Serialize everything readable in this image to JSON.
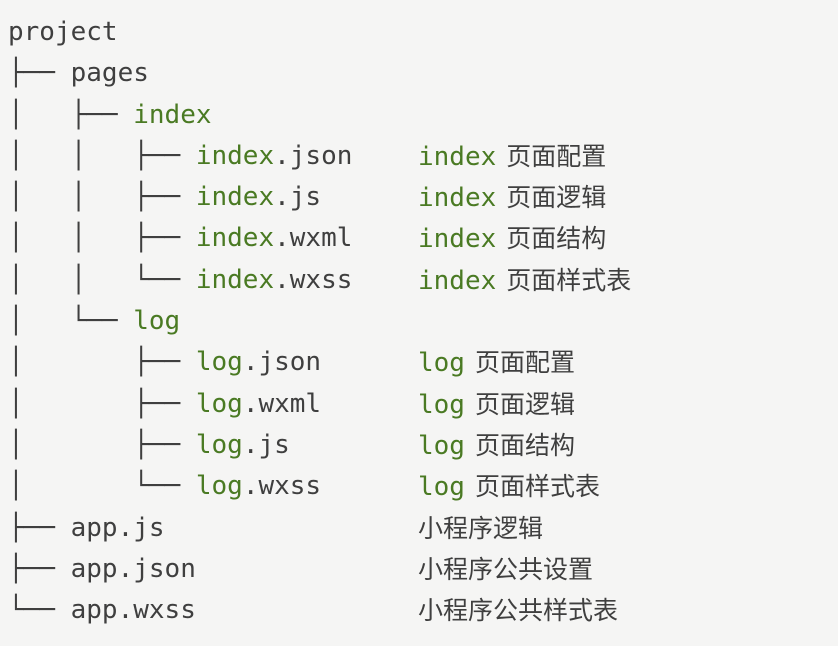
{
  "palette": {
    "background": "#f5f5f4",
    "text": "#3f3f3f",
    "accent_green": "#4a7a23"
  },
  "tree": {
    "root_label": "project",
    "rows": [
      {
        "id": "root",
        "prefix": "",
        "base": "project",
        "ext": "",
        "green": false,
        "desc_tag": "",
        "desc_cn": ""
      },
      {
        "id": "pages-dir",
        "prefix": "├── ",
        "base": "pages",
        "ext": "",
        "green": false,
        "desc_tag": "",
        "desc_cn": ""
      },
      {
        "id": "index-dir",
        "prefix": "│   ├── ",
        "base": "index",
        "ext": "",
        "green": true,
        "desc_tag": "",
        "desc_cn": ""
      },
      {
        "id": "index-json",
        "prefix": "│   │   ├── ",
        "base": "index",
        "ext": ".json",
        "green": true,
        "desc_tag": "index",
        "desc_cn": "页面配置"
      },
      {
        "id": "index-js",
        "prefix": "│   │   ├── ",
        "base": "index",
        "ext": ".js",
        "green": true,
        "desc_tag": "index",
        "desc_cn": "页面逻辑"
      },
      {
        "id": "index-wxml",
        "prefix": "│   │   ├── ",
        "base": "index",
        "ext": ".wxml",
        "green": true,
        "desc_tag": "index",
        "desc_cn": "页面结构"
      },
      {
        "id": "index-wxss",
        "prefix": "│   │   └── ",
        "base": "index",
        "ext": ".wxss",
        "green": true,
        "desc_tag": "index",
        "desc_cn": "页面样式表"
      },
      {
        "id": "log-dir",
        "prefix": "│   └── ",
        "base": "log",
        "ext": "",
        "green": true,
        "desc_tag": "",
        "desc_cn": ""
      },
      {
        "id": "log-json",
        "prefix": "│       ├── ",
        "base": "log",
        "ext": ".json",
        "green": true,
        "desc_tag": "log",
        "desc_cn": "页面配置"
      },
      {
        "id": "log-wxml",
        "prefix": "│       ├── ",
        "base": "log",
        "ext": ".wxml",
        "green": true,
        "desc_tag": "log",
        "desc_cn": "页面逻辑"
      },
      {
        "id": "log-js",
        "prefix": "│       ├── ",
        "base": "log",
        "ext": ".js",
        "green": true,
        "desc_tag": "log",
        "desc_cn": "页面结构"
      },
      {
        "id": "log-wxss",
        "prefix": "│       └── ",
        "base": "log",
        "ext": ".wxss",
        "green": true,
        "desc_tag": "log",
        "desc_cn": "页面样式表"
      },
      {
        "id": "app-js",
        "prefix": "├── ",
        "base": "app",
        "ext": ".js",
        "green": false,
        "desc_tag": "",
        "desc_cn": "小程序逻辑"
      },
      {
        "id": "app-json",
        "prefix": "├── ",
        "base": "app",
        "ext": ".json",
        "green": false,
        "desc_tag": "",
        "desc_cn": "小程序公共设置"
      },
      {
        "id": "app-wxss",
        "prefix": "└── ",
        "base": "app",
        "ext": ".wxss",
        "green": false,
        "desc_tag": "",
        "desc_cn": "小程序公共样式表"
      }
    ]
  }
}
